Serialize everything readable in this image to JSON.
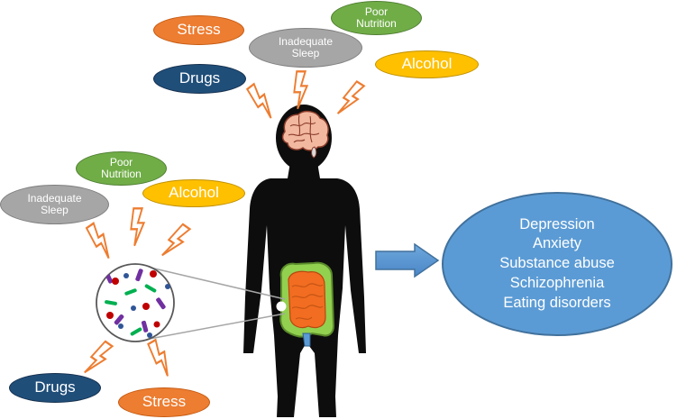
{
  "colors": {
    "stress": "#ed7d31",
    "drugs": "#1f4e79",
    "sleep": "#a6a6a6",
    "nutrition": "#70ad47",
    "alcohol": "#ffc000",
    "bolt": "#ed7d31",
    "outcome": "#5b9bd5",
    "outcome_edge": "#41719c",
    "silhouette": "#0d0d0d",
    "gut": "#f26d21",
    "colon": "#92d050"
  },
  "brain_factors": {
    "stress": "Stress",
    "sleep": "Inadequate\nSleep",
    "nutrition": "Poor\nNutrition",
    "drugs": "Drugs",
    "alcohol": "Alcohol"
  },
  "gut_factors": {
    "nutrition": "Poor\nNutrition",
    "sleep": "Inadequate\nSleep",
    "alcohol": "Alcohol",
    "drugs": "Drugs",
    "stress": "Stress"
  },
  "outcomes": [
    "Depression",
    "Anxiety",
    "Substance abuse",
    "Schizophrenia",
    "Eating disorders"
  ]
}
